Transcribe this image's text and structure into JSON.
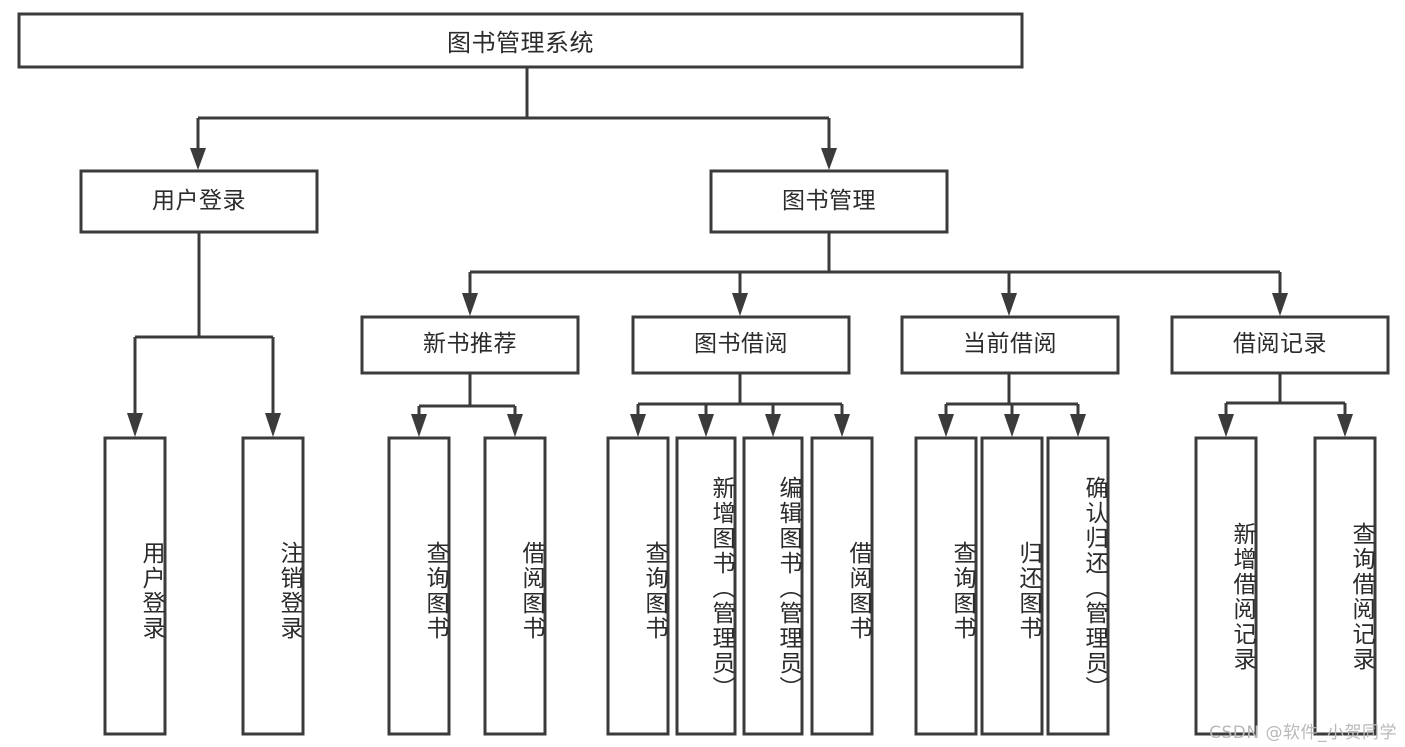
{
  "diagram": {
    "type": "tree-hierarchy",
    "title": "图书管理系统",
    "orientation": "top-down",
    "colors": {
      "box_stroke": "#3b3b3b",
      "box_fill": "#ffffff",
      "connector": "#3b3b3b",
      "text": "#2b2b2b",
      "background": "#ffffff",
      "watermark": "#b9b9b9"
    },
    "root": {
      "label": "图书管理系统"
    },
    "level1": [
      {
        "label": "用户登录"
      },
      {
        "label": "图书管理"
      }
    ],
    "level2": [
      {
        "label": "新书推荐"
      },
      {
        "label": "图书借阅"
      },
      {
        "label": "当前借阅"
      },
      {
        "label": "借阅记录"
      }
    ],
    "leaves": {
      "user_login": [
        {
          "label": "用户登录"
        },
        {
          "label": "注销登录"
        }
      ],
      "new_book_recommend": [
        {
          "label": "查询图书"
        },
        {
          "label": "借阅图书"
        }
      ],
      "book_borrow": [
        {
          "label": "查询图书"
        },
        {
          "label": "新增图书（管理员）"
        },
        {
          "label": "编辑图书（管理员）"
        },
        {
          "label": "借阅图书"
        }
      ],
      "current_borrow": [
        {
          "label": "查询图书"
        },
        {
          "label": "归还图书"
        },
        {
          "label": "确认归还（管理员）"
        }
      ],
      "borrow_record": [
        {
          "label": "新增借阅记录"
        },
        {
          "label": "查询借阅记录"
        }
      ]
    }
  },
  "watermark": {
    "text": "CSDN @软件_小贺同学"
  }
}
